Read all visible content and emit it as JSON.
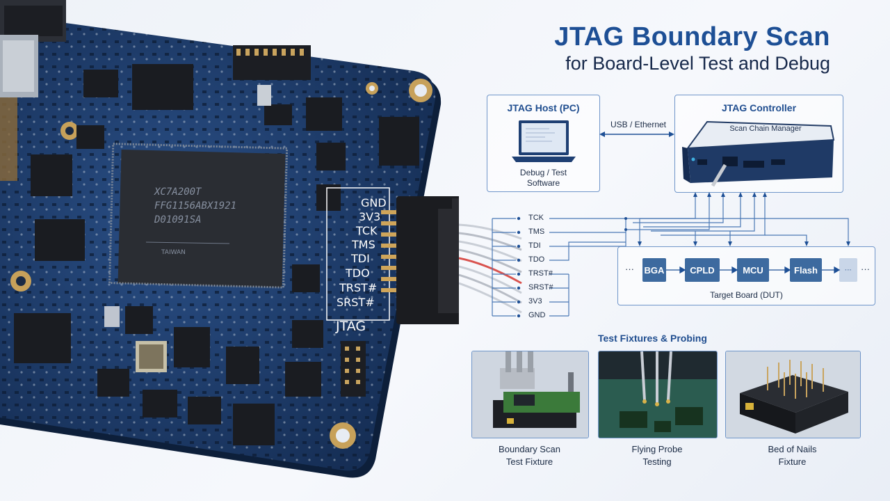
{
  "title": {
    "main": "JTAG Boundary Scan",
    "sub": "for Board-Level Test and Debug"
  },
  "pcb": {
    "chip_marking": [
      "XC7A200T",
      "FFG1156ABX1921",
      "D01091SA",
      "TAIWAN"
    ],
    "header_pins": [
      "GND",
      "3V3",
      "TCK",
      "TMS",
      "TDI",
      "TDO",
      "TRST#",
      "SRST#"
    ],
    "header_label": "JTAG"
  },
  "host": {
    "title": "JTAG Host (PC)",
    "software": [
      "Debug / Test",
      "Software"
    ]
  },
  "link_label": "USB / Ethernet",
  "controller": {
    "title": "JTAG Controller",
    "device_label": "Scan Chain Manager"
  },
  "signals": [
    "TCK",
    "TMS",
    "TDI",
    "TDO",
    "TRST#",
    "SRST#",
    "3V3",
    "GND"
  ],
  "target": {
    "label": "Target Board (DUT)",
    "chain": [
      "BGA",
      "CPLD",
      "MCU",
      "Flash"
    ],
    "ellipsis": "···"
  },
  "fixtures": {
    "heading": "Test Fixtures & Probing",
    "items": [
      {
        "caption": [
          "Boundary Scan",
          "Test Fixture"
        ],
        "icon": "boundary-scan-fixture-icon"
      },
      {
        "caption": [
          "Flying Probe",
          "Testing"
        ],
        "icon": "flying-probe-icon"
      },
      {
        "caption": [
          "Bed of Nails",
          "Fixture"
        ],
        "icon": "bed-of-nails-icon"
      }
    ]
  },
  "colors": {
    "accent": "#1d4f95",
    "pcb": "#1b3a6b",
    "chip_block": "#3d6a9f",
    "line": "#4a78b5"
  }
}
